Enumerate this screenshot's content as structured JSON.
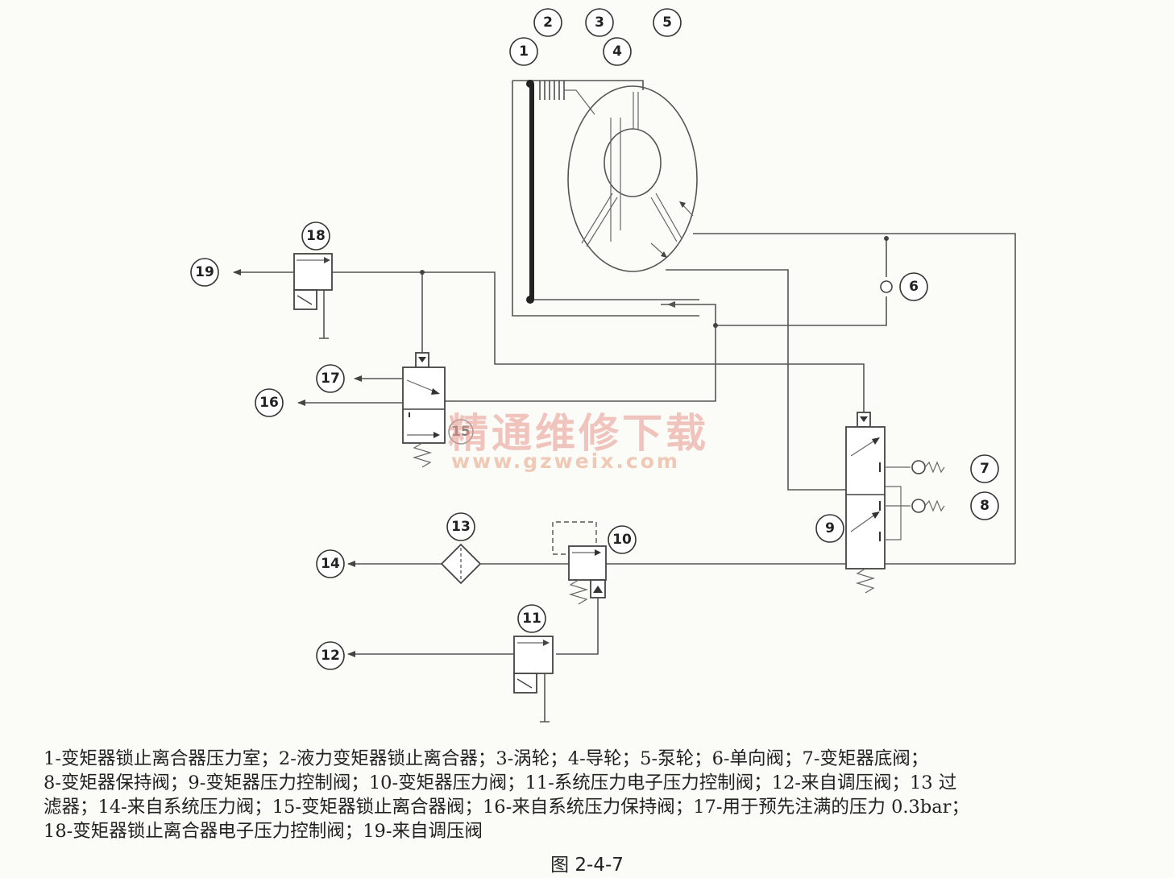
{
  "callouts": [
    "1",
    "2",
    "3",
    "4",
    "5",
    "6",
    "7",
    "8",
    "9",
    "10",
    "11",
    "12",
    "13",
    "14",
    "15",
    "16",
    "17",
    "18",
    "19"
  ],
  "watermark": {
    "title": "精通维修下载",
    "url": "www.gzweix.com"
  },
  "caption_lines": [
    "1-变矩器锁止离合器压力室；2-液力变矩器锁止离合器；3-涡轮；4-导轮；5-泵轮；6-单向阀；7-变矩器底阀；",
    "8-变矩器保持阀；9-变矩器压力控制阀；10-变矩器压力阀；11-系统压力电子压力控制阀；12-来自调压阀；13 过",
    "滤器；14-来自系统压力阀；15-变矩器锁止离合器阀；16-来自系统压力保持阀；17-用于预先注满的压力 0.3bar；",
    "18-变矩器锁止离合器电子压力控制阀；19-来自调压阀"
  ],
  "figure_label": "图 2-4-7",
  "colors": {
    "line": "#555555",
    "watermark": "#e8968c"
  }
}
